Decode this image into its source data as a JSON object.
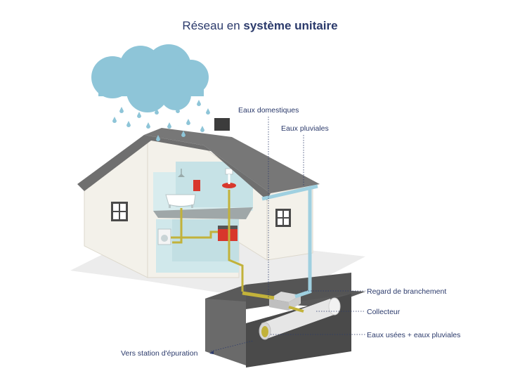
{
  "title": {
    "prefix": "Réseau en ",
    "emphasis": "système unitaire"
  },
  "labels": {
    "eaux_domestiques": "Eaux domestiques",
    "eaux_pluviales": "Eaux pluviales",
    "regard": "Regard de branchement",
    "collecteur": "Collecteur",
    "eaux_usees_pluviales": "Eaux usées + eaux pluviales",
    "station": "Vers station d'épuration"
  },
  "colors": {
    "rain": "#8ec5d8",
    "cloud": "#8ec5d8",
    "wastewater_pipe": "#c2b23a",
    "gutter": "#9fd0e0",
    "label_text": "#2b3a6b",
    "roof": "#6f6f6f",
    "wall": "#f3f1ea"
  },
  "icons": [
    "cloud-icon",
    "bathtub-icon",
    "sink-icon",
    "washing-machine-icon",
    "towel-icon",
    "shower-icon"
  ]
}
